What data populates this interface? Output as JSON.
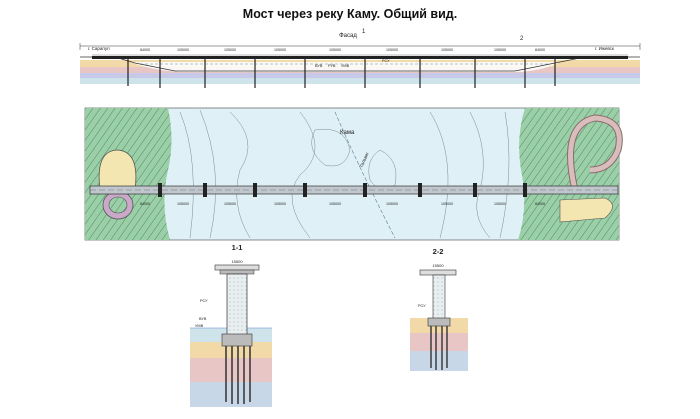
{
  "title": "Мост через реку Каму. Общий вид.",
  "facade": {
    "label": "Фасад",
    "section_mark": "1",
    "section_mark_2": "2",
    "bank_left": "г. Сарапул",
    "bank_right": "г. Ижевск",
    "span_labels": [
      "84000",
      "105000",
      "105000",
      "105000",
      "105000",
      "105000",
      "105000",
      "105000",
      "84000"
    ],
    "water_labels": [
      "ВУВ",
      "РУВ",
      "УМВ",
      "РСУ"
    ]
  },
  "plan": {
    "river_label": "Кама",
    "thalweg_label": "Тальвег",
    "span_labels": [
      "84000",
      "105000",
      "105000",
      "105000",
      "105000",
      "105000",
      "105000",
      "105000",
      "84000"
    ]
  },
  "section_1": {
    "label": "1-1",
    "deck_width": "15500",
    "water_levels": [
      "РСУ",
      "ВУВ",
      "УМВ"
    ]
  },
  "section_2": {
    "label": "2-2",
    "deck_width": "15500",
    "water_levels": [
      "РСУ"
    ]
  }
}
